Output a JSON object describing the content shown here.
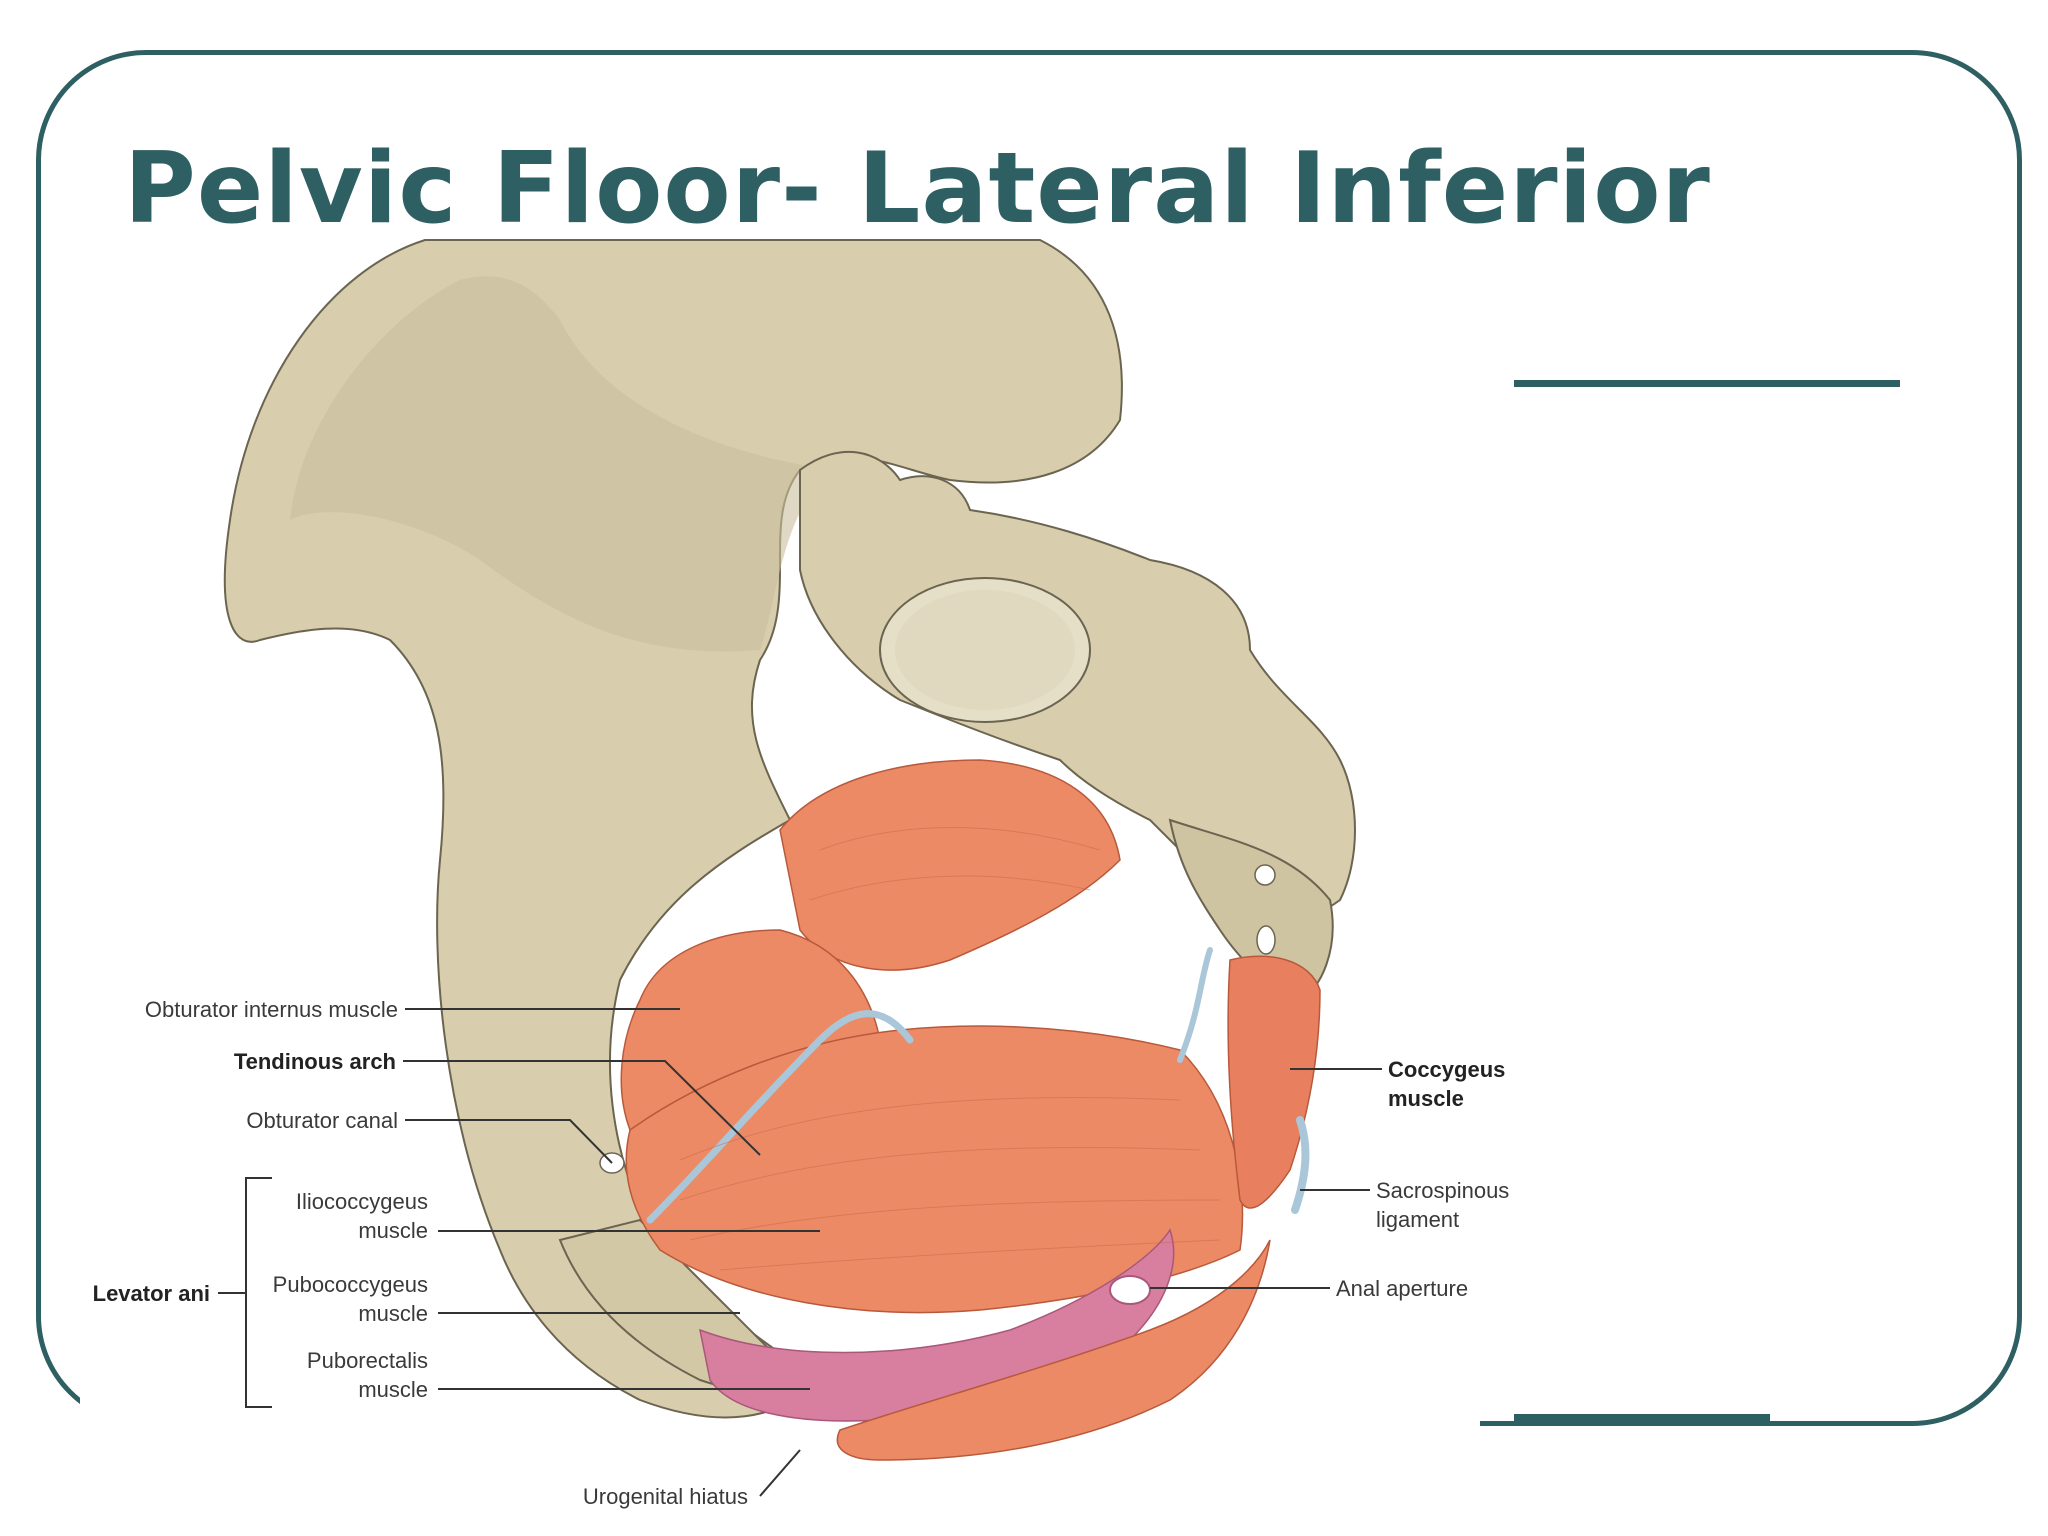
{
  "slide": {
    "title": "Pelvic Floor- Lateral Inferior",
    "theme_color": "#2e5f62"
  },
  "figure": {
    "colors": {
      "bone": "#d8ceae",
      "bone_shadow": "#b8ad8a",
      "muscle": "#ec8a66",
      "muscle_dark": "#d9704f",
      "fascia": "#aac7da",
      "puborectalis": "#d87fa0"
    },
    "labels": {
      "obturator_internus": "Obturator internus muscle",
      "tendinous_arch": "Tendinous arch",
      "obturator_canal": "Obturator canal",
      "iliococcygeus_line1": "Iliococcygeus",
      "iliococcygeus_line2": "muscle",
      "levator_ani": "Levator ani",
      "pubococcygeus_line1": "Pubococcygeus",
      "pubococcygeus_line2": "muscle",
      "puborectalis_line1": "Puborectalis",
      "puborectalis_line2": "muscle",
      "urogenital_hiatus": "Urogenital hiatus",
      "coccygeus_line1": "Coccygeus",
      "coccygeus_line2": "muscle",
      "sacrospinous_line1": "Sacrospinous",
      "sacrospinous_line2": "ligament",
      "anal_aperture": "Anal aperture"
    }
  }
}
